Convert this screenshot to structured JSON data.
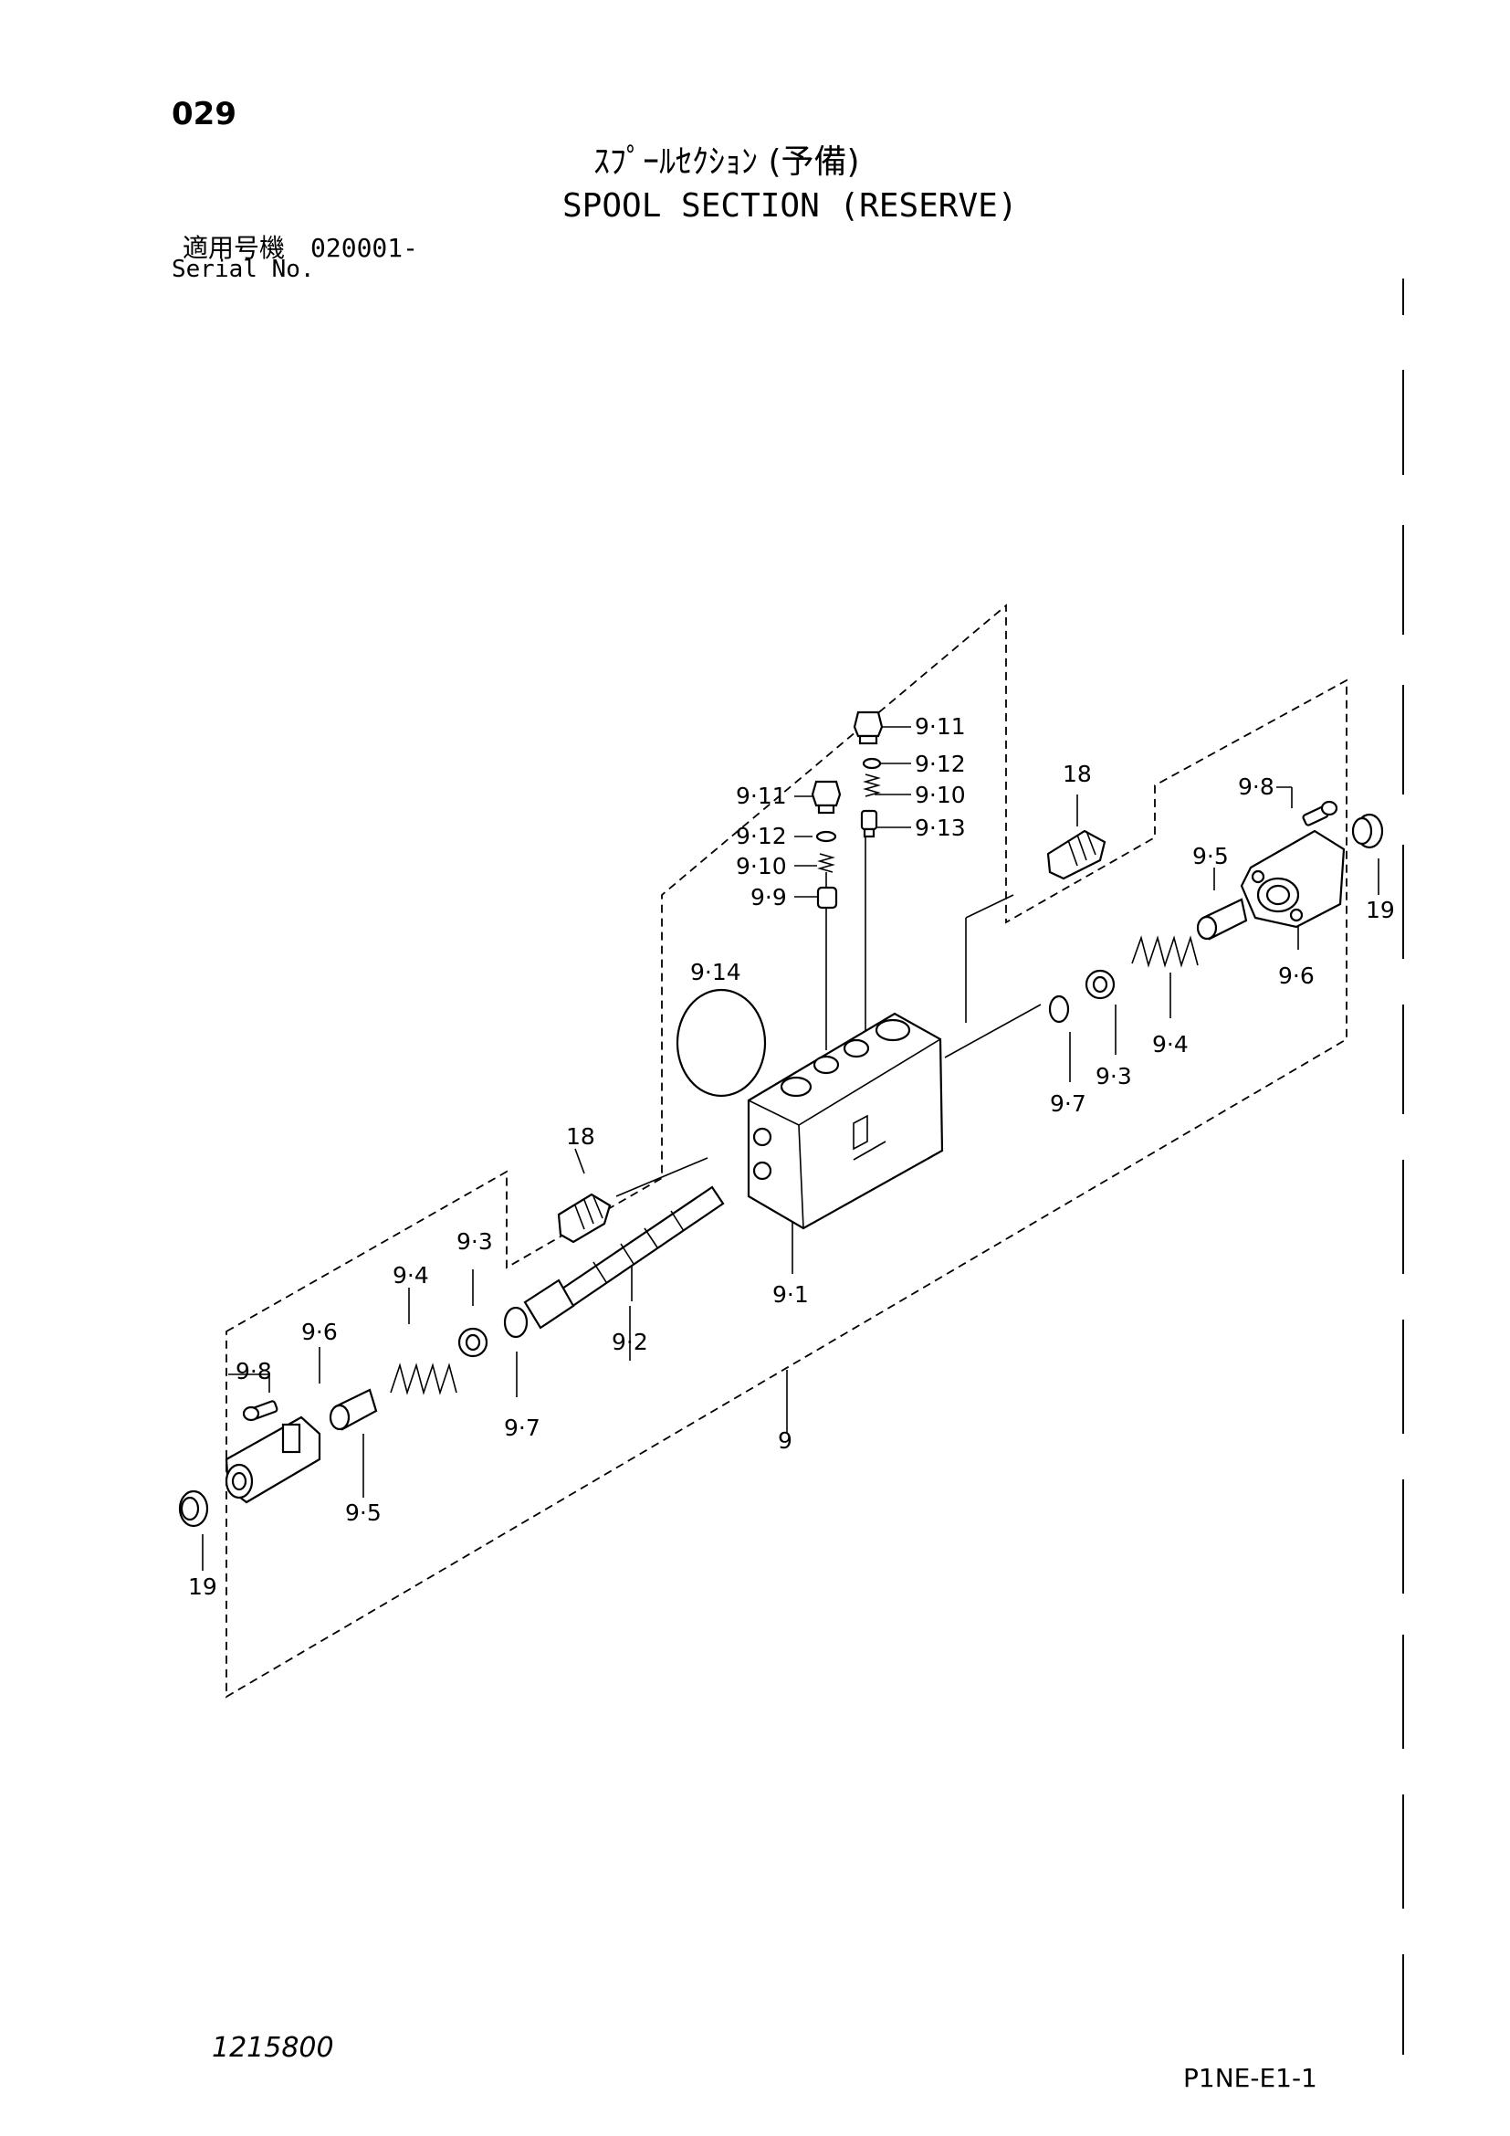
{
  "header": {
    "page_number": "029",
    "title_jp": "ｽﾌﾟｰﾙｾｸｼｮﾝ (予備)",
    "title_en": "SPOOL SECTION (RESERVE)",
    "serial_label_jp": "適用号機",
    "serial_value": "020001-",
    "serial_label_en": "Serial No."
  },
  "callouts": {
    "c_9_11_top": "9·11",
    "c_9_12_top": "9·12",
    "c_9_10_top": "9·10",
    "c_9_13": "9·13",
    "c_9_11_left": "9·11",
    "c_9_12_left": "9·12",
    "c_9_10_left": "9·10",
    "c_9_9": "9·9",
    "c_18_top": "18",
    "c_9_8_right": "9·8",
    "c_9_5_right": "9·5",
    "c_19_right": "19",
    "c_9_6_right": "9·6",
    "c_9_14": "9·14",
    "c_9_4_right": "9·4",
    "c_9_3_right": "9·3",
    "c_9_7_right": "9·7",
    "c_18_left": "18",
    "c_9_1": "9·1",
    "c_9_4_left": "9·4",
    "c_9_3_left": "9·3",
    "c_9_6_left": "9·6",
    "c_9_2": "9·2",
    "c_9_8_left": "9·8",
    "c_9_7_left": "9·7",
    "c_9": "9",
    "c_9_5_left": "9·5",
    "c_19_left": "19"
  },
  "footer": {
    "doc_number": "1215800",
    "page_code": "P1NE-E1-1"
  }
}
